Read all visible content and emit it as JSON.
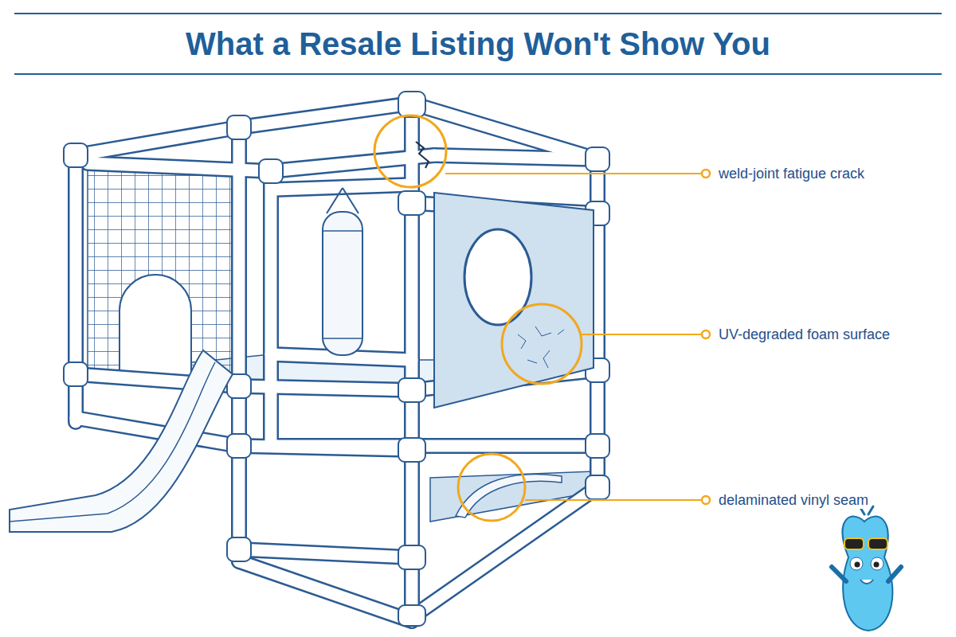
{
  "diagram": {
    "title": "What a Resale Listing Won't Show You",
    "labels": [
      "weld-joint fatigue crack",
      "UV-degraded foam surface",
      "delaminated vinyl seam"
    ]
  }
}
